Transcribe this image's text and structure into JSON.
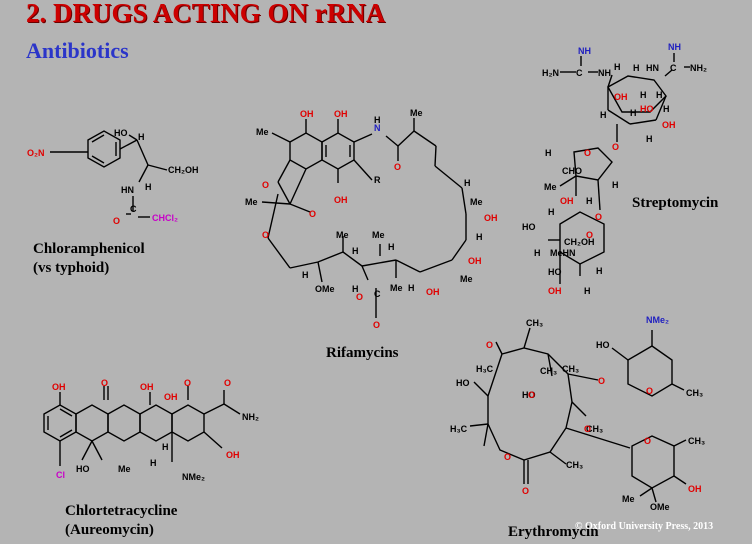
{
  "slide": {
    "title": "2. DRUGS ACTING ON rRNA",
    "subtitle": "Antibiotics",
    "copyright": "© Oxford University Press, 2013"
  },
  "molecules": {
    "chloramphenicol": {
      "name": "Chloramphenicol",
      "note": "(vs typhoid)"
    },
    "rifamycins": {
      "name": "Rifamycins"
    },
    "streptomycin": {
      "name": "Streptomycin"
    },
    "chlortetracycline": {
      "name": "Chlortetracycline",
      "note": "(Aureomycin)"
    },
    "erythromycin": {
      "name": "Erythromycin"
    }
  },
  "labels": {
    "o2n": "O₂N",
    "ho": "HO",
    "h": "H",
    "ch2oh": "CH₂OH",
    "hn": "HN",
    "o": "O",
    "c": "C",
    "chcl2": "CHCl₂",
    "oh": "OH",
    "me": "Me",
    "r": "R",
    "ome": "OMe",
    "nh": "NH",
    "h2n": "H₂N",
    "nh2": "NH₂",
    "cho": "CHO",
    "mehn": "MeHN",
    "ch3": "CH₃",
    "h3c": "H₃C",
    "nme2": "NMe₂",
    "cl": "Cl",
    "n": "N"
  },
  "colors": {
    "title": "#cc0000",
    "subtitle": "#2b35c9",
    "oxygen": "#e00000",
    "nitrogen": "#2020c0",
    "chlorine": "#c800c8"
  }
}
